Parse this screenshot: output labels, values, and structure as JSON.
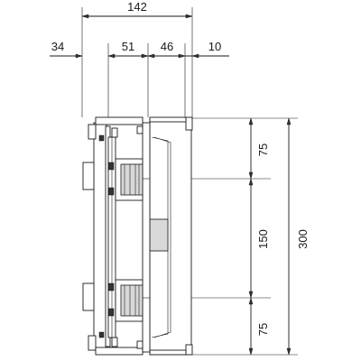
{
  "dimensions": {
    "overall_width": "142",
    "left_offset": "34",
    "mid_width_1": "51",
    "mid_width_2": "46",
    "right_width": "10",
    "top_segment": "75",
    "middle_segment": "150",
    "bottom_segment": "75",
    "overall_height": "300"
  }
}
